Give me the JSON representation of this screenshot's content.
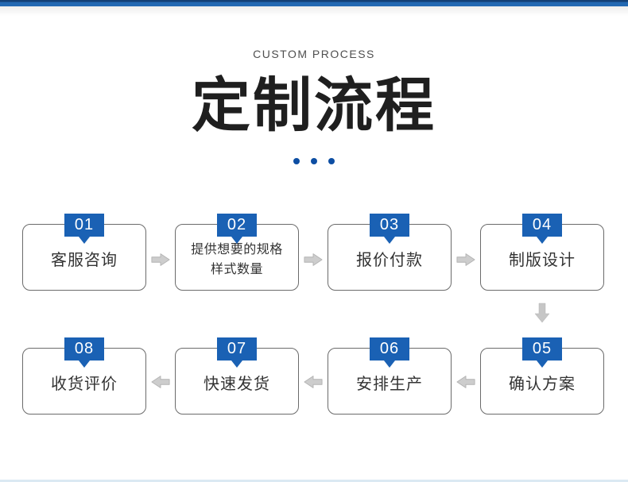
{
  "header": {
    "eyebrow": "CUSTOM PROCESS",
    "title": "定制流程"
  },
  "steps": [
    {
      "number": "01",
      "line1": "客服咨询",
      "line2": ""
    },
    {
      "number": "02",
      "line1": "提供想要的规格",
      "line2": "样式数量"
    },
    {
      "number": "03",
      "line1": "报价付款",
      "line2": ""
    },
    {
      "number": "04",
      "line1": "制版设计",
      "line2": ""
    },
    {
      "number": "05",
      "line1": "确认方案",
      "line2": ""
    },
    {
      "number": "06",
      "line1": "安排生产",
      "line2": ""
    },
    {
      "number": "07",
      "line1": "快速发货",
      "line2": ""
    },
    {
      "number": "08",
      "line1": "收货评价",
      "line2": ""
    }
  ],
  "colors": {
    "accent-blue": "#1a61b4",
    "dot-blue": "#0d4ea3",
    "bar-blue": "#2268b2",
    "bar-blue-dark": "#123f75",
    "title-color": "#1f1f1f",
    "eyebrow-color": "#4f4f4f",
    "card-border": "#6b6b6b",
    "card-text": "#333333",
    "arrow-fill": "#cdcdcd",
    "arrow-fill-down": "#c6c6c6",
    "arrow-stroke": "#b3b3b3",
    "bottom-line": "#dbe9f3"
  }
}
